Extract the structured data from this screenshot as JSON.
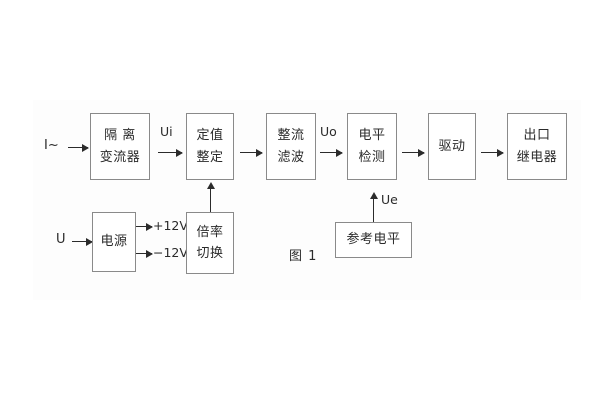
{
  "figure": {
    "caption": "图 1",
    "blocks": {
      "isolation_ct": {
        "line1": "隔 离",
        "line2": "变流器"
      },
      "setpoint": {
        "line1": "定值",
        "line2": "整定"
      },
      "rectify_filter": {
        "line1": "整流",
        "line2": "滤波"
      },
      "level_detect": {
        "line1": "电平",
        "line2": "检测"
      },
      "driver": {
        "line1": "驱动"
      },
      "output_relay": {
        "line1": "出口",
        "line2": "继电器"
      },
      "power_supply": {
        "line1": "电源"
      },
      "ratio_switch": {
        "line1": "倍率",
        "line2": "切换"
      },
      "reference_level": {
        "line1": "参考电平"
      }
    },
    "signals": {
      "input_current": "I~",
      "input_voltage": "U",
      "ui": "Ui",
      "uo": "Uo",
      "ue": "Ue",
      "rail_pos": "+12V",
      "rail_neg": "−12V"
    },
    "colors": {
      "box_border": "#8a8a8a",
      "text": "#2b2b2b",
      "arrow": "#2b2b2b",
      "background": "#ffffff"
    }
  }
}
